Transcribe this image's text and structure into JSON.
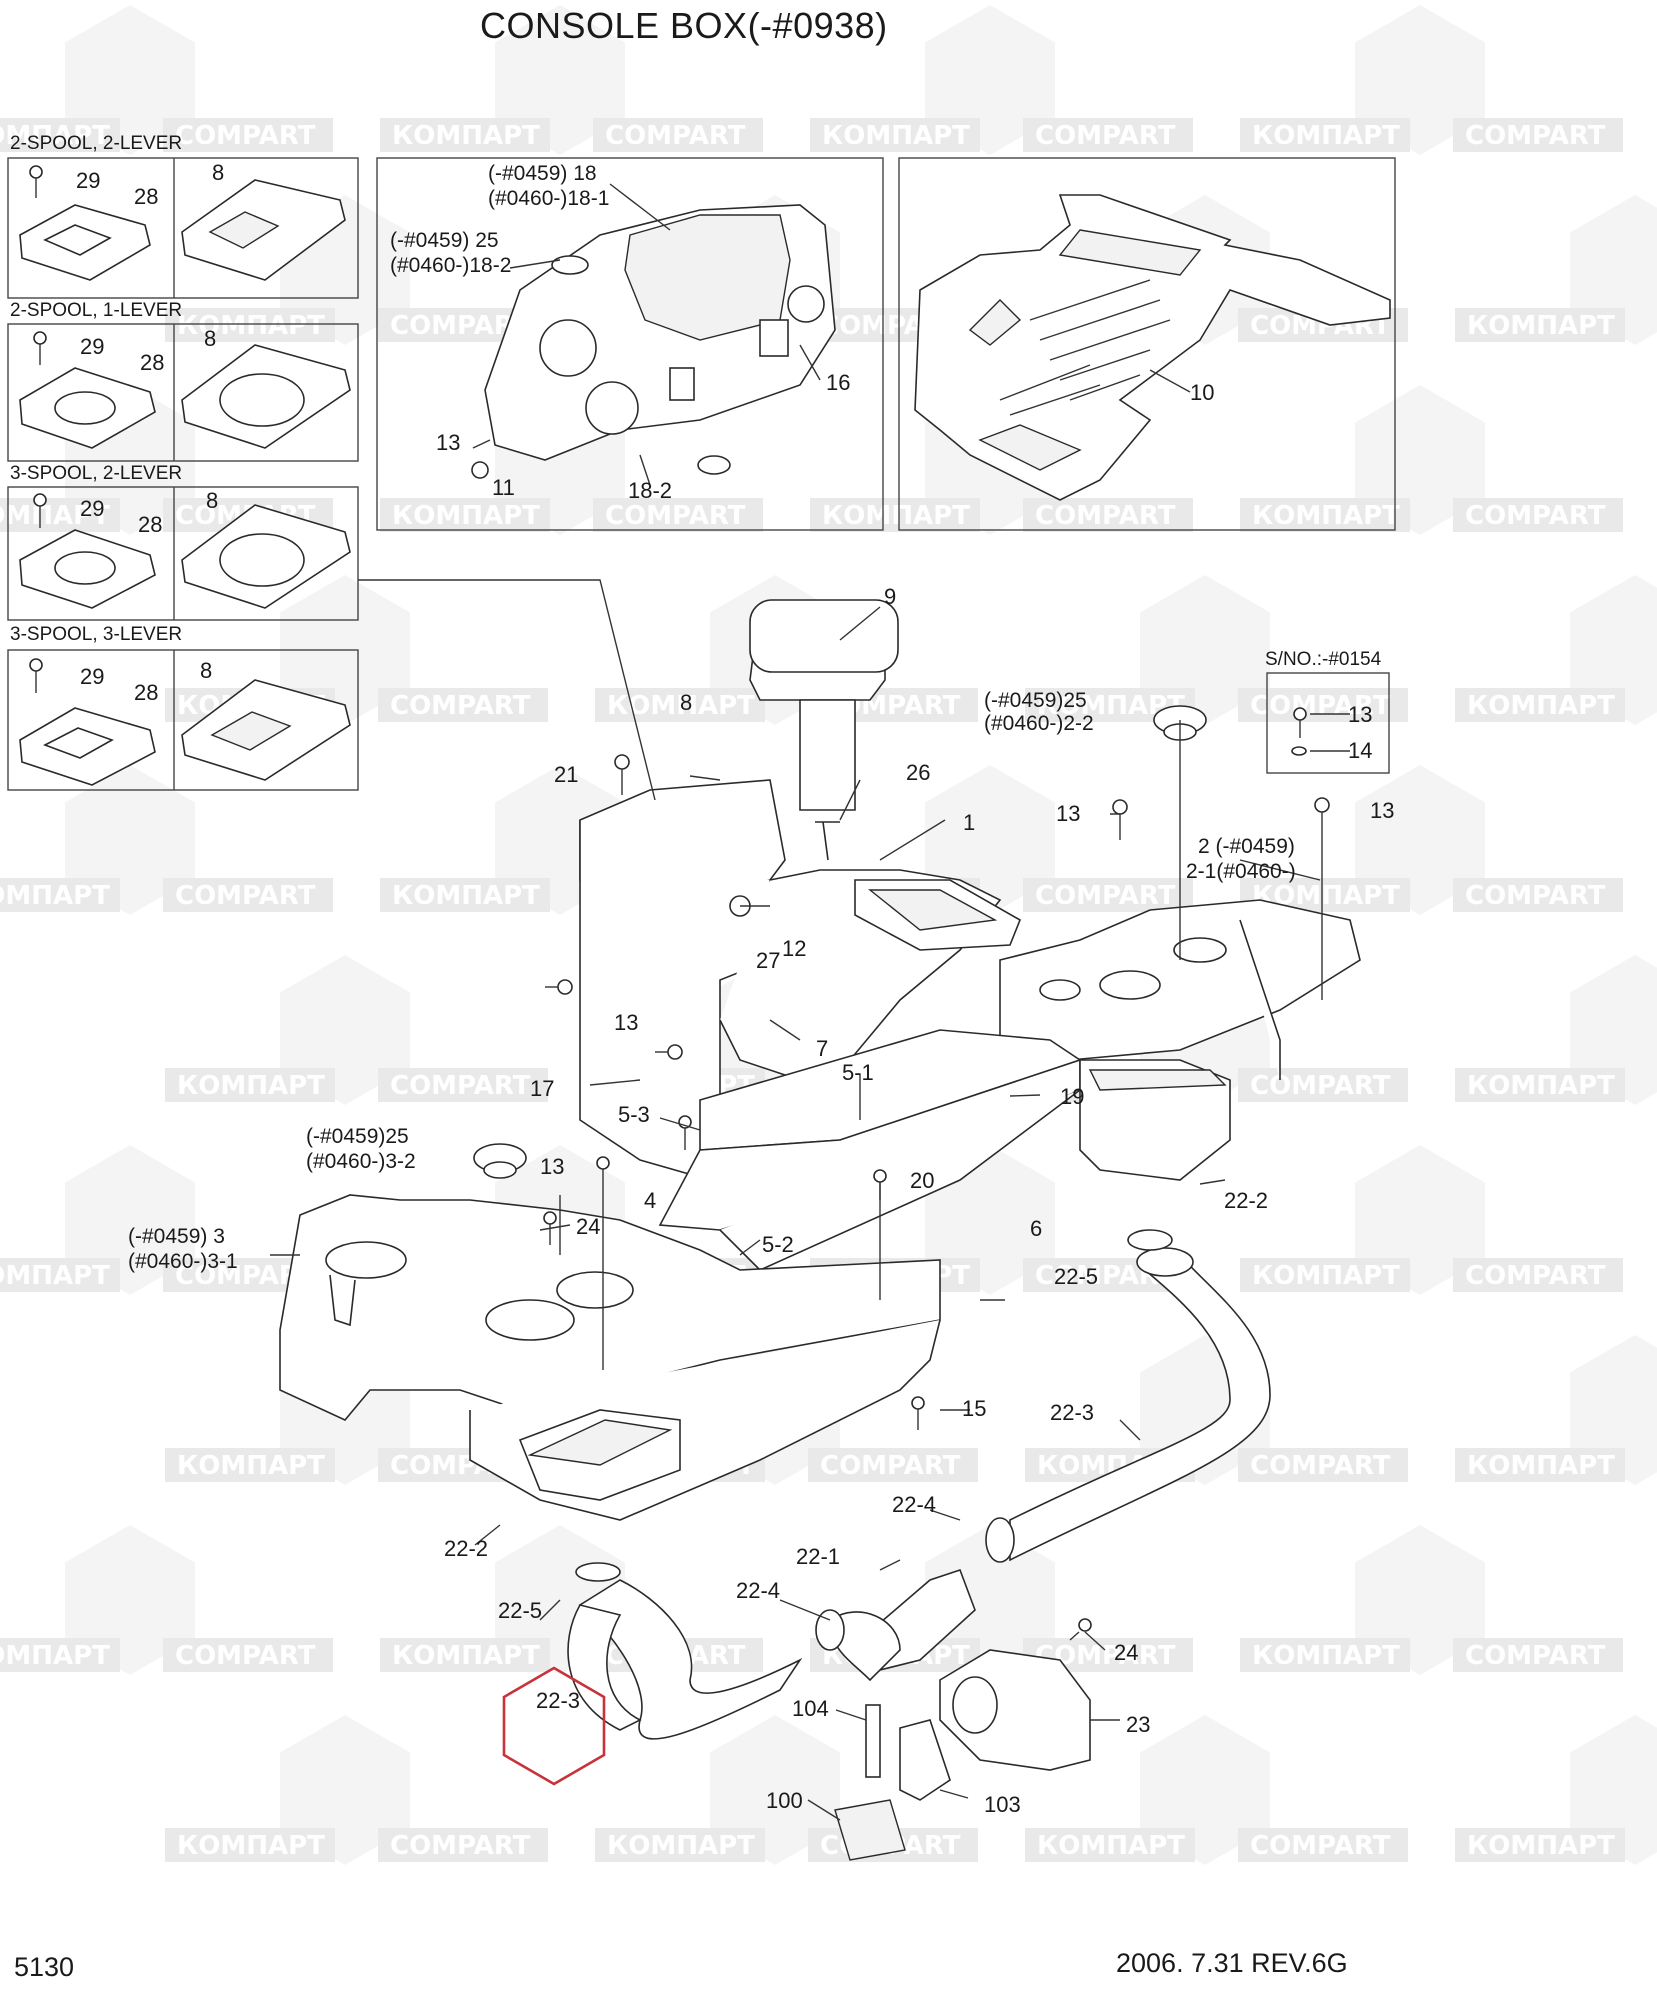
{
  "title": "CONSOLE BOX(-#0938)",
  "page_number": "5130",
  "revision": "2006. 7.31  REV.6G",
  "sections": {
    "s1": "2-SPOOL, 2-LEVER",
    "s2": "2-SPOOL, 1-LEVER",
    "s3": "3-SPOOL, 2-LEVER",
    "s4": "3-SPOOL, 3-LEVER",
    "sno": "S/NO.:-#0154"
  },
  "watermark": {
    "word1": "КОМПАРТ",
    "word2": "COMPART",
    "color": "#e9e9e9"
  },
  "highlight": {
    "label": "22-3",
    "color": "#c8323a"
  },
  "labels": {
    "l29a": "29",
    "l28a": "28",
    "l8a": "8",
    "l29b": "29",
    "l28b": "28",
    "l8b": "8",
    "l29c": "29",
    "l28c": "28",
    "l8c": "8",
    "l29d": "29",
    "l28d": "28",
    "l8d": "8",
    "l18a": "(-#0459) 18",
    "l18b": "(#0460-)18-1",
    "l25a": "(-#0459) 25",
    "l25b": "(#0460-)18-2",
    "l16": "16",
    "l13a": "13",
    "l11": "11",
    "l182": "18-2",
    "l10": "10",
    "l9": "9",
    "l2522a": "(-#0459)25",
    "l2522b": "(#0460-)2-2",
    "l13s": "13",
    "l14": "14",
    "l8m": "8",
    "l21": "21",
    "l26": "26",
    "l1": "1",
    "l13b": "13",
    "l13c": "13",
    "l2a": "2 (-#0459)",
    "l2b": "2-1(#0460-)",
    "l27": "27",
    "l12": "12",
    "l13d": "13",
    "l7": "7",
    "l51": "5-1",
    "l17": "17",
    "l53": "5-3",
    "l19": "19",
    "l2532a": "(-#0459)25",
    "l2532b": "(#0460-)3-2",
    "l13e": "13",
    "l4": "4",
    "l20": "20",
    "l6": "6",
    "l222a": "22-2",
    "l3a": "(-#0459) 3",
    "l3b": "(#0460-)3-1",
    "l24a": "24",
    "l52": "5-2",
    "l225a": "22-5",
    "l15": "15",
    "l223a": "22-3",
    "l224a": "22-4",
    "l222b": "22-2",
    "l221": "22-1",
    "l224b": "22-4",
    "l225b": "22-5",
    "l24b": "24",
    "l223b": "22-3",
    "l104": "104",
    "l23": "23",
    "l103": "103",
    "l100": "100"
  }
}
